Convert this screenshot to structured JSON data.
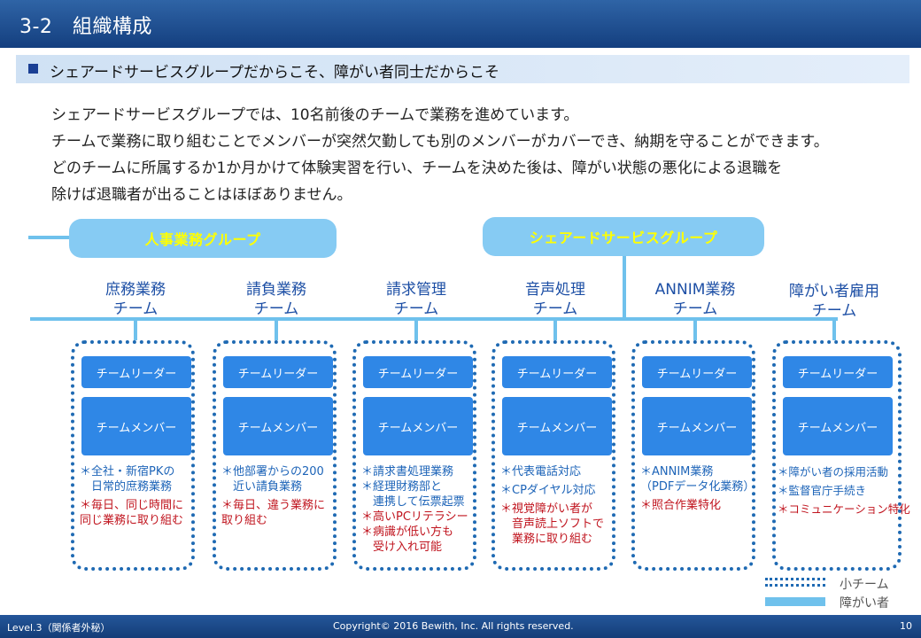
{
  "header": {
    "title": "3-2　組織構成"
  },
  "subheading": "シェアードサービスグループだからこそ、障がい者同士だからこそ",
  "intro": [
    "シェアードサービスグループでは、10名前後のチームで業務を進めています。",
    "チームで業務に取り組むことでメンバーが突然欠勤しても別のメンバーがカバーでき、納期を守ることができます。",
    "どのチームに所属するか1か月かけて体験実習を行い、チームを決めた後は、障がい状態の悪化による退職を",
    "除けば退職者が出ることはほぼありません。"
  ],
  "groups": {
    "hr": "人事業務グループ",
    "shared": "シェアードサービスグループ"
  },
  "roles": {
    "leader": "チームリーダー",
    "member": "チームメンバー"
  },
  "teams": [
    {
      "name": [
        "庶務業務",
        "チーム"
      ],
      "notes": [
        {
          "color": "blue",
          "lines": [
            "＊全社・新宿PKの",
            "　日常的庶務業務"
          ]
        },
        {
          "color": "red",
          "lines": [
            "＊毎日、同じ時間に",
            "同じ業務に取り組む"
          ]
        }
      ]
    },
    {
      "name": [
        "請負業務",
        "チーム"
      ],
      "notes": [
        {
          "color": "blue",
          "lines": [
            "＊他部署からの200",
            "　近い請負業務"
          ]
        },
        {
          "color": "red",
          "lines": [
            "＊毎日、違う業務に",
            "取り組む"
          ]
        }
      ]
    },
    {
      "name": [
        "請求管理",
        "チーム"
      ],
      "notes": [
        {
          "color": "blue",
          "lines": [
            "＊請求書処理業務"
          ]
        },
        {
          "color": "blue",
          "lines": [
            "＊経理財務部と",
            "　連携して伝票起票"
          ]
        },
        {
          "color": "red",
          "lines": [
            "＊高いPCリテラシー"
          ]
        },
        {
          "color": "red",
          "lines": [
            "＊病識が低い方も",
            "　受け入れ可能"
          ]
        }
      ]
    },
    {
      "name": [
        "音声処理",
        "チーム"
      ],
      "notes": [
        {
          "color": "blue",
          "lines": [
            "＊代表電話対応"
          ]
        },
        {
          "color": "blue",
          "lines": [
            "＊CPダイヤル対応"
          ]
        },
        {
          "color": "red",
          "lines": [
            "＊視覚障がい者が",
            "　音声読上ソフトで",
            "　業務に取り組む"
          ]
        }
      ]
    },
    {
      "name": [
        "ANNIM業務",
        "チーム"
      ],
      "notes": [
        {
          "color": "blue",
          "lines": [
            "＊ANNIM業務",
            "（PDFデータ化業務）"
          ]
        },
        {
          "color": "red",
          "lines": [
            "＊照合作業特化"
          ]
        }
      ]
    },
    {
      "name": [
        "障がい者雇用",
        "チーム"
      ],
      "notes": [
        {
          "color": "blue",
          "lines": [
            "＊障がい者の採用活動"
          ]
        },
        {
          "color": "blue",
          "lines": [
            "＊監督官庁手続き"
          ]
        },
        {
          "color": "red",
          "lines": [
            "＊コミュニケーション特化"
          ]
        }
      ]
    }
  ],
  "legend": {
    "small_team": "小チーム",
    "disabled": "障がい者"
  },
  "footer": {
    "left": "Level.3（関係者外秘）",
    "center": "Copyright© 2016 Bewith, Inc. All rights reserved.",
    "page": "10"
  },
  "colors": {
    "header": "#1e4d8f",
    "connector": "#6fc1ec",
    "button": "#2f87e6",
    "group_text": "#ffff00",
    "note_blue": "#1d64b8",
    "note_red": "#c0141e"
  }
}
